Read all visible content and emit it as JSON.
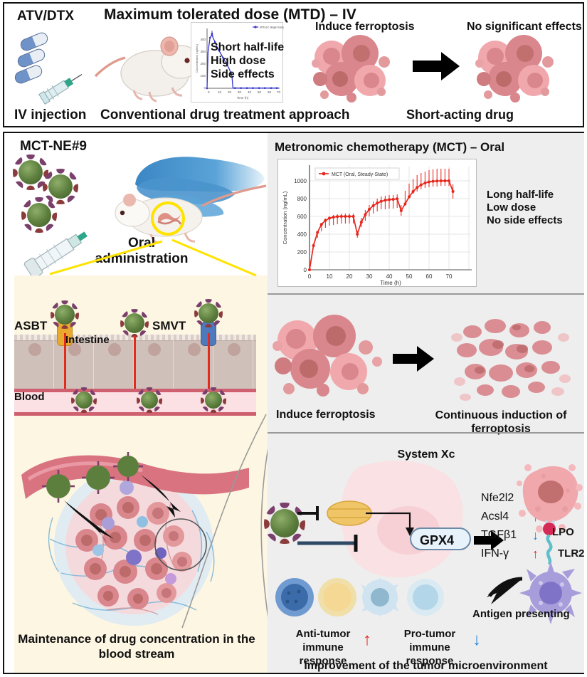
{
  "top_panel": {
    "drug_label": "ATV/DTX",
    "title": "Maximum tolerated dose (MTD) – IV",
    "injection_label": "IV injection",
    "approach_label": "Conventional drug treatment approach",
    "bullets": [
      "Short half-life",
      "High dose",
      "Side effects"
    ],
    "induce_label": "Induce ferroptosis",
    "no_effect_label": "No significant effects",
    "short_acting_label": "Short-acting drug",
    "icons": {
      "capsule": "capsule-icon",
      "syringe": "syringe-icon",
      "mouse": "mouse-icon",
      "arrow": "right-arrow-icon"
    }
  },
  "left_panel": {
    "formulation_label": "MCT-NE#9",
    "oral_admin_label": "Oral administration",
    "transporter_asbt": "ASBT",
    "transporter_smvt": "SMVT",
    "intestine_label": "Intestine",
    "blood_label": "Blood",
    "maintenance_label": "Maintenance of drug concentration in the blood stream",
    "icons": {
      "nanoparticle": "nanoparticle-icon",
      "syringe": "oral-gavage-syringe-icon",
      "gloved_hand": "gloved-hand-icon",
      "uptake_arrow": "downward-uptake-arrow-icon"
    }
  },
  "right_panel": {
    "mct_title": "Metronomic chemotherapy (MCT) – Oral",
    "mct_bullets": [
      "Long half-life",
      "Low dose",
      "No side effects"
    ],
    "induce_label": "Induce ferroptosis",
    "continuous_label": "Continuous induction of ferroptosis",
    "system_xc_label": "System Xc",
    "gpx4_label": "GPX4",
    "lpo_label": "LPO",
    "tlr2_label": "TLR2",
    "antigen_label": "Antigen presenting",
    "anti_tumor_label": "Anti-tumor immune response",
    "pro_tumor_label": "Pro-tumor immune response",
    "improvement_label": "Improvement of the tumor microenvironment",
    "markers": [
      {
        "name": "Nfe2l2",
        "direction": "down",
        "glyph": "↓"
      },
      {
        "name": "Acsl4",
        "direction": "up",
        "glyph": "↑"
      },
      {
        "name": "TGFβ1",
        "direction": "down",
        "glyph": "↓"
      },
      {
        "name": "IFN-γ",
        "direction": "up",
        "glyph": "↑"
      }
    ],
    "anti_tumor_arrow": "↑",
    "pro_tumor_arrow": "↓",
    "colors": {
      "up_arrow": "#e8261c",
      "down_arrow": "#1f7fd4",
      "accent_red": "#e02b1d"
    }
  },
  "chart_data": [
    {
      "type": "line",
      "id": "mtd-iv-single-dose",
      "title": "",
      "legend": [
        "MTD (IV, Single Dose)"
      ],
      "legend_position": "top-right",
      "xlabel": "Time (h)",
      "ylabel": "Concentration (ng/mL)",
      "xlim": [
        0,
        72
      ],
      "ylim": [
        0,
        470
      ],
      "xticks": [
        0,
        10,
        20,
        30,
        40,
        50,
        60,
        70
      ],
      "yticks": [
        0,
        100,
        200,
        300,
        400
      ],
      "grid": false,
      "color": "#3333cc",
      "x": [
        0,
        1,
        2,
        3,
        4,
        5,
        6,
        7,
        8,
        10,
        12,
        14,
        16,
        18,
        20,
        22,
        24,
        25,
        26,
        28,
        30,
        34,
        38,
        42,
        46,
        50,
        54,
        58,
        62,
        66,
        70,
        72
      ],
      "y": [
        0,
        300,
        360,
        420,
        430,
        455,
        420,
        400,
        380,
        340,
        310,
        280,
        250,
        220,
        190,
        160,
        120,
        95,
        2,
        2,
        2,
        2,
        2,
        2,
        2,
        2,
        2,
        2,
        2,
        2,
        2,
        2
      ]
    },
    {
      "type": "line",
      "id": "mct-oral-steady-state",
      "title": "",
      "legend": [
        "MCT (Oral, Steady-State)"
      ],
      "legend_position": "top-left",
      "xlabel": "Time (h)",
      "ylabel": "Concentration (ng/mL)",
      "xlim": [
        0,
        74
      ],
      "ylim": [
        0,
        1120
      ],
      "xticks": [
        0,
        10,
        20,
        30,
        40,
        50,
        60,
        70
      ],
      "yticks": [
        0,
        200,
        400,
        600,
        800,
        1000
      ],
      "grid": true,
      "color": "#e8261c",
      "errorbars": true,
      "x": [
        0,
        2,
        4,
        6,
        8,
        10,
        12,
        14,
        16,
        18,
        20,
        22,
        24,
        26,
        28,
        30,
        32,
        34,
        36,
        38,
        40,
        42,
        44,
        46,
        48,
        50,
        52,
        54,
        56,
        58,
        60,
        62,
        64,
        66,
        68,
        70,
        72
      ],
      "y": [
        0,
        270,
        420,
        510,
        555,
        580,
        592,
        598,
        600,
        600,
        600,
        600,
        400,
        535,
        620,
        680,
        720,
        750,
        770,
        782,
        788,
        792,
        795,
        798,
        605,
        740,
        820,
        880,
        925,
        955,
        975,
        988,
        995,
        998,
        1000,
        1000,
        800
      ],
      "yerr": [
        0,
        25,
        35,
        45,
        50,
        52,
        54,
        55,
        55,
        56,
        56,
        56,
        40,
        50,
        58,
        62,
        66,
        70,
        72,
        74,
        75,
        76,
        76,
        77,
        60,
        70,
        78,
        84,
        88,
        92,
        94,
        96,
        97,
        98,
        98,
        98,
        80
      ]
    }
  ]
}
